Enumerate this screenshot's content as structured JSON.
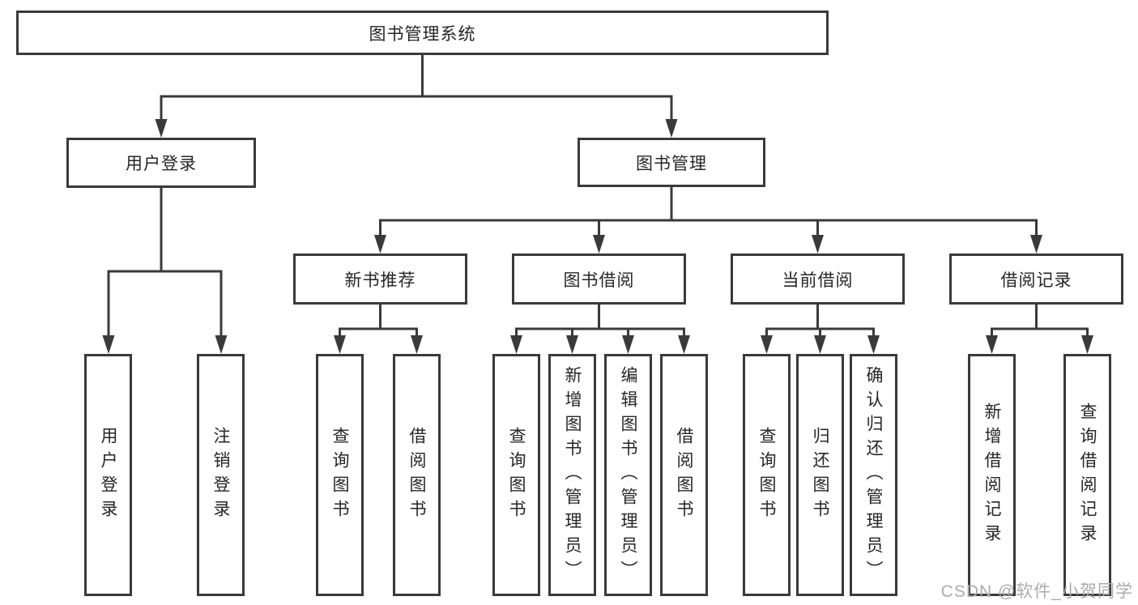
{
  "diagram": {
    "nodes": {
      "root": "图书管理系统",
      "user_login": "用户登录",
      "book_mgmt": "图书管理",
      "new_books": "新书推荐",
      "book_borrow": "图书借阅",
      "current_borrow": "当前借阅",
      "borrow_records": "借阅记录"
    },
    "leaves": {
      "user_login": [
        "用户登录",
        "注销登录"
      ],
      "new_books": [
        "查询图书",
        "借阅图书"
      ],
      "book_borrow": [
        "查询图书",
        "新增图书（管理员）",
        "编辑图书（管理员）",
        "借阅图书"
      ],
      "current_borrow": [
        "查询图书",
        "归还图书",
        "确认归还（管理员）"
      ],
      "borrow_records": [
        "新增借阅记录",
        "查询借阅记录"
      ]
    }
  },
  "watermark": "CSDN @软件_小贺同学",
  "colors": {
    "line": "#3a3a3a",
    "text": "#262626",
    "watermark": "#ababab"
  }
}
